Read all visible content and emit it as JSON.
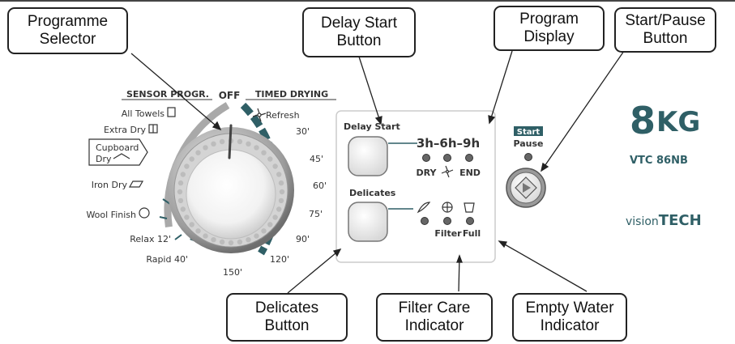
{
  "callouts": {
    "programme_selector": "Programme\nSelector",
    "delay_start": "Delay Start\nButton",
    "program_display": "Program\nDisplay",
    "start_pause": "Start/Pause\nButton",
    "delicates": "Delicates\nButton",
    "filter_care": "Filter Care\nIndicator",
    "empty_water": "Empty Water\nIndicator"
  },
  "dial": {
    "off": "OFF",
    "sensor_header": "SENSOR PROGR.",
    "timed_header": "TIMED DRYING",
    "left_labels": [
      "All Towels",
      "Extra Dry",
      "Cupboard",
      "Dry",
      "Iron Dry",
      "Wool Finish",
      "Relax 12'",
      "Rapid 40'"
    ],
    "right_labels": [
      "Refresh",
      "30'",
      "45'",
      "60'",
      "75'",
      "90'",
      "120'",
      "150'"
    ]
  },
  "panel": {
    "delay_label": "Delay Start",
    "delay_times": "3h–6h–9h",
    "dry": "DRY",
    "end": "END",
    "delicates_label": "Delicates",
    "filter": "Filter",
    "full": "Full"
  },
  "start": {
    "label_top": "Start",
    "label_bottom": "Pause"
  },
  "branding": {
    "capacity_num": "8",
    "capacity_unit": "KG",
    "model": "VTC 86NB",
    "brand_light": "vision",
    "brand_bold": "TECH"
  },
  "colors": {
    "teal": "#2f5f66",
    "grey_arc": "#a9a9a9",
    "outline": "#222222"
  }
}
